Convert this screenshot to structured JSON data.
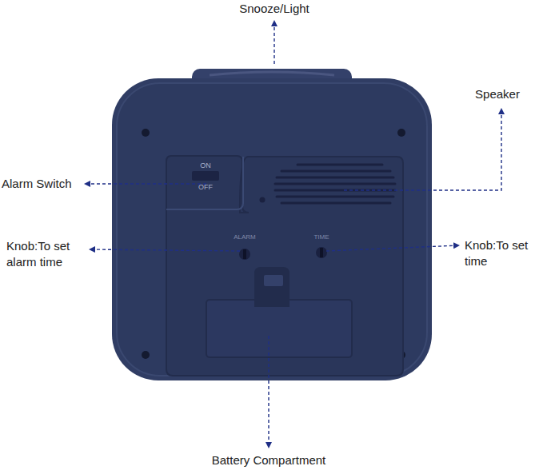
{
  "diagram": {
    "labels": [
      "Snooze/Light",
      "Speaker",
      "Alarm Switch",
      "Knob:To set alarm time",
      "Knob:To set time",
      "Battery Compartment",
      "ON",
      "OFF",
      "ALARM",
      "TIME"
    ]
  }
}
